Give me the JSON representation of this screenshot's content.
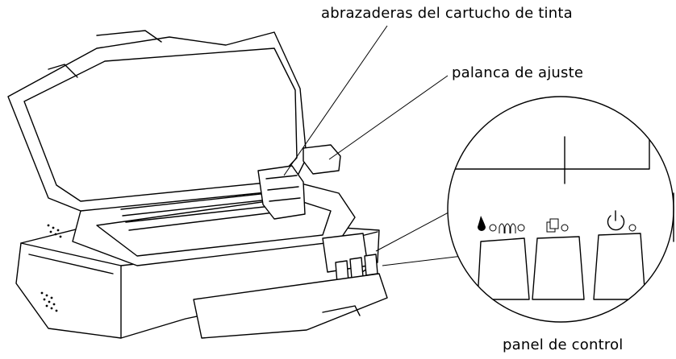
{
  "callouts": {
    "ink_cartridge_clamps": "abrazaderas del cartucho de tinta",
    "adjustment_lever": "palanca de ajuste",
    "control_panel": "panel de control"
  },
  "icons": [
    "ink-drop-icon",
    "cleaning-icon",
    "paper-icon",
    "power-icon"
  ],
  "colors": {
    "line": "#000000",
    "background": "#ffffff"
  }
}
